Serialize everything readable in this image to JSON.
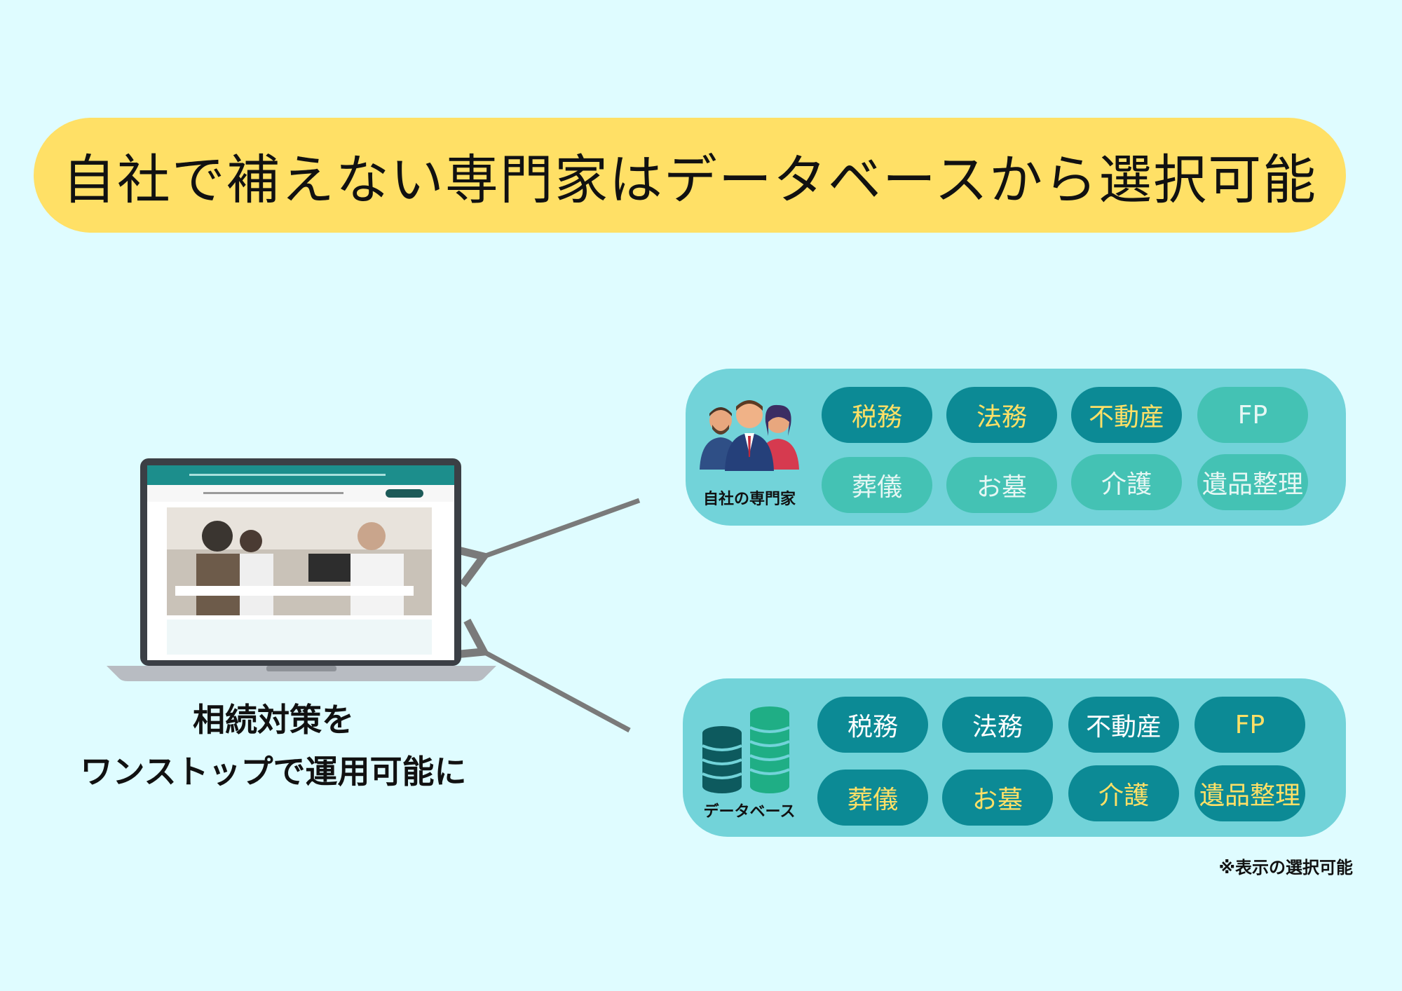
{
  "title": "自社で補えない専門家はデータベースから選択可能",
  "experts_panel": {
    "label": "自社の専門家",
    "icon": "people-group-icon",
    "chips": [
      {
        "label": "税務",
        "state": "active"
      },
      {
        "label": "法務",
        "state": "active"
      },
      {
        "label": "不動産",
        "state": "active"
      },
      {
        "label": "FP",
        "state": "inactive"
      },
      {
        "label": "葬儀",
        "state": "inactive"
      },
      {
        "label": "お墓",
        "state": "inactive"
      },
      {
        "label": "介護",
        "state": "inactive"
      },
      {
        "label": "遺品整理",
        "state": "inactive"
      }
    ]
  },
  "database_panel": {
    "label": "データベース",
    "icon": "database-coins-icon",
    "chips": [
      {
        "label": "税務",
        "state": "plain"
      },
      {
        "label": "法務",
        "state": "plain"
      },
      {
        "label": "不動産",
        "state": "plain"
      },
      {
        "label": "FP",
        "state": "active"
      },
      {
        "label": "葬儀",
        "state": "active"
      },
      {
        "label": "お墓",
        "state": "active"
      },
      {
        "label": "介護",
        "state": "active"
      },
      {
        "label": "遺品整理",
        "state": "active"
      }
    ]
  },
  "caption": {
    "line1": "相続対策を",
    "line2": "ワンストップで運用可能に"
  },
  "footnote": "※表示の選択可能",
  "colors": {
    "background": "#dffcff",
    "title_pill": "#ffe066",
    "panel": "#72d3d9",
    "chip_dark": "#0c8a95",
    "chip_light": "#44c2b4",
    "chip_text_highlight": "#ffe066",
    "arrow": "#7a7a7a"
  }
}
